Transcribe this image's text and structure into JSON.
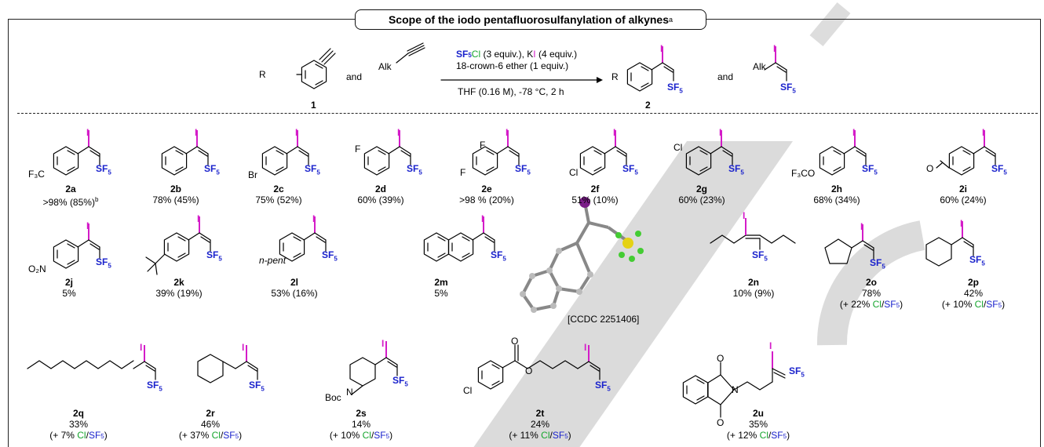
{
  "title": {
    "text": "Scope of the iodo pentafluorosulfanylation of alkynes",
    "sup": "a"
  },
  "scheme": {
    "r_label": "R",
    "and": "and",
    "alk": "Alk",
    "label_1": "1",
    "label_2": "2",
    "reagent_sf5": "SF",
    "reagent_sub5": "5",
    "reagent_cl": "Cl",
    "reagent_equiv1": " (3 equiv.), K",
    "reagent_i": "I",
    "reagent_equiv2": " (4 equiv.)",
    "crown": "18-crown-6 ether (1 equiv.)",
    "conditions": "THF (0.16 M), -78 °C, 2 h",
    "sf5_text": "SF",
    "sf5_sub": "5",
    "iodo": "I"
  },
  "substituents": {
    "f3c": "F₃C",
    "br": "Br",
    "f": "F",
    "cl": "Cl",
    "f3co": "F₃CO",
    "o2n": "O₂N",
    "npent": "n-pent",
    "o": "O",
    "n": "N",
    "boc": "Boc"
  },
  "compounds": [
    {
      "label": "2a",
      "yield": ">98% (85%)",
      "note": "b"
    },
    {
      "label": "2b",
      "yield": "78% (45%)"
    },
    {
      "label": "2c",
      "yield": "75% (52%)"
    },
    {
      "label": "2d",
      "yield": "60% (39%)"
    },
    {
      "label": "2e",
      "yield": ">98 % (20%)"
    },
    {
      "label": "2f",
      "yield": "51% (10%)"
    },
    {
      "label": "2g",
      "yield": "60% (23%)"
    },
    {
      "label": "2h",
      "yield": "68% (34%)"
    },
    {
      "label": "2i",
      "yield": "60% (24%)"
    },
    {
      "label": "2j",
      "yield": "5%"
    },
    {
      "label": "2k",
      "yield": "39% (19%)"
    },
    {
      "label": "2l",
      "yield": "53% (16%)"
    },
    {
      "label": "2m",
      "yield": "5%"
    },
    {
      "label": "2n",
      "yield": "10% (9%)"
    },
    {
      "label": "2o",
      "yield": "78%",
      "side": "22%"
    },
    {
      "label": "2p",
      "yield": "42%",
      "side": "10%"
    },
    {
      "label": "2q",
      "yield": "33%",
      "side": "7%"
    },
    {
      "label": "2r",
      "yield": "46%",
      "side": "37%"
    },
    {
      "label": "2s",
      "yield": "14%",
      "side": "10%"
    },
    {
      "label": "2t",
      "yield": "24%",
      "side": "11%"
    },
    {
      "label": "2u",
      "yield": "35%",
      "side": "12%"
    }
  ],
  "side_product": {
    "prefix": "(+ ",
    "cl": "Cl",
    "slash": "/",
    "sf5": "SF",
    "sub": "5",
    "suffix": ")"
  },
  "ccdc": "[CCDC 2251406]",
  "colors": {
    "sf5": "#1a22cc",
    "cl": "#17a62f",
    "iodine": "#d41cc8",
    "watermark": "#c8c8c8"
  }
}
